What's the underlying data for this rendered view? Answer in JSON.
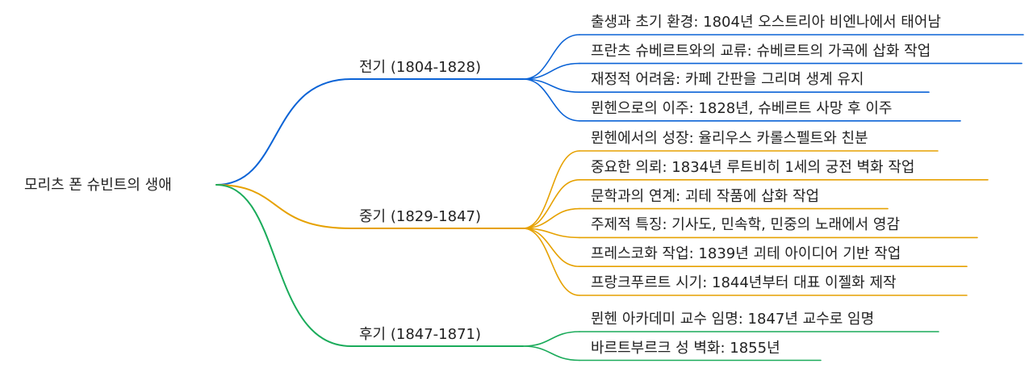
{
  "root": {
    "label": "모리츠 폰 슈빈트의 생애"
  },
  "branches": [
    {
      "label": "전기 (1804-1828)",
      "color": "#0b63d6",
      "children": [
        "출생과 초기 환경: 1804년 오스트리아 비엔나에서 태어남",
        "프란츠 슈베르트와의 교류: 슈베르트의 가곡에 삽화 작업",
        "재정적 어려움: 카페 간판을 그리며 생계 유지",
        "뮌헨으로의 이주: 1828년, 슈베르트 사망 후 이주"
      ]
    },
    {
      "label": "중기 (1829-1847)",
      "color": "#e6a100",
      "children": [
        "뮌헨에서의 성장: 율리우스 카롤스펠트와 친분",
        "중요한 의뢰: 1834년 루트비히 1세의 궁전 벽화 작업",
        "문학과의 연계: 괴테 작품에 삽화 작업",
        "주제적 특징: 기사도, 민속학, 민중의 노래에서 영감",
        "프레스코화 작업: 1839년 괴테 아이디어 기반 작업",
        "프랑크푸르트 시기: 1844년부터 대표 이젤화 제작"
      ]
    },
    {
      "label": "후기 (1847-1871)",
      "color": "#1aab5a",
      "children": [
        "뮌헨 아카데미 교수 임명: 1847년 교수로 임명",
        "바르트부르크 성 벽화: 1855년"
      ]
    }
  ]
}
